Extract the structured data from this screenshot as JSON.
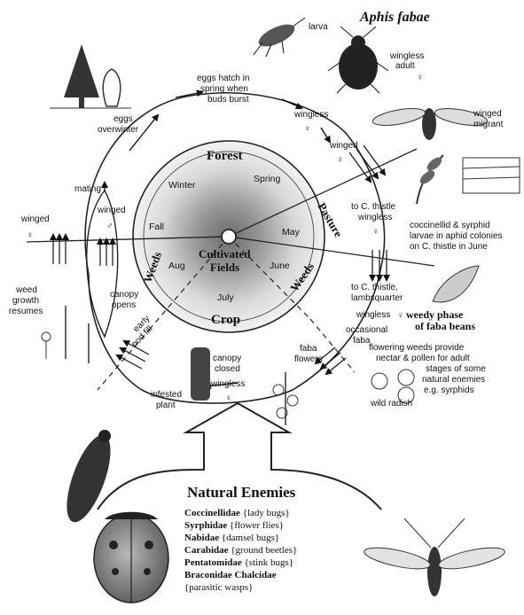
{
  "title": "Aphis fabae",
  "wheel": {
    "center_line1": "Cultivated",
    "center_line2": "Fields",
    "habitats": {
      "forest": "Forest",
      "pasture": "Pasture",
      "weeds_right": "Weeds",
      "crop": "Crop",
      "weeds_left": "Weeds"
    },
    "months": {
      "winter": "Winter",
      "spring": "Spring",
      "fall": "Fall",
      "may": "May",
      "aug": "Aug",
      "june": "June",
      "july": "July"
    }
  },
  "labels": {
    "larva": "larva",
    "wingless_adult_1": "wingless",
    "wingless_adult_2": "adult",
    "winged_migrant_1": "winged",
    "winged_migrant_2": "migrant",
    "eggs_hatch_1": "eggs hatch in",
    "eggs_hatch_2": "spring when",
    "eggs_hatch_3": "buds burst",
    "eggs_overwinter_1": "eggs",
    "eggs_overwinter_2": "overwinter",
    "wingless_top": "wingless",
    "winged_top": "winged",
    "to_thistle_1": "to C. thistle",
    "to_thistle_2": "wingless",
    "coccinellid_1": "coccinellid &  syrphid",
    "coccinellid_2": "larvae in aphid colonies",
    "coccinellid_3": "on C. thistle in June",
    "to_lambs_1": "to C. thistle,",
    "to_lambs_2": "lambsquarter",
    "wingless_mid": "wingless",
    "weedy_phase_1": "weedy phase",
    "weedy_phase_2": "of faba beans",
    "occasional_1": "occasional",
    "occasional_2": "faba",
    "flowering_1": "flowering weeds provide",
    "flowering_2": "nectar & pollen for adult",
    "flowering_3": "stages of some",
    "flowering_4": "natural enemies",
    "flowering_5": "e.g. syrphids",
    "faba_flowers_1": "faba",
    "faba_flowers_2": "flowers",
    "wild_radish": "wild radish",
    "canopy_closed_1": "canopy",
    "canopy_closed_2": "closed",
    "wingless_bottom": "wingless",
    "infested_1": "infested",
    "infested_2": "plant",
    "early_pod_1": "early",
    "early_pod_2": "pod fill",
    "canopy_opens_1": "canopy",
    "canopy_opens_2": "opens",
    "weed_growth_1": "weed",
    "weed_growth_2": "growth",
    "weed_growth_3": "resumes",
    "mating": "mating",
    "winged_left": "winged",
    "winged_male": "winged"
  },
  "natural_enemies": {
    "title": "Natural Enemies",
    "items": [
      {
        "family": "Coccinellidae",
        "common": "{lady bugs}"
      },
      {
        "family": "Syrphidae",
        "common": "{flower flies}"
      },
      {
        "family": "Nabidae",
        "common": "{damsel bugs}"
      },
      {
        "family": "Carabidae",
        "common": "{ground beetles}"
      },
      {
        "family": "Pentatomidae",
        "common": "{stink bugs}"
      },
      {
        "family": "Braconidae Chalcidae",
        "common": ""
      }
    ],
    "last_line": "{parasitic wasps}"
  },
  "symbols": {
    "female": "♀",
    "male": "♂"
  }
}
